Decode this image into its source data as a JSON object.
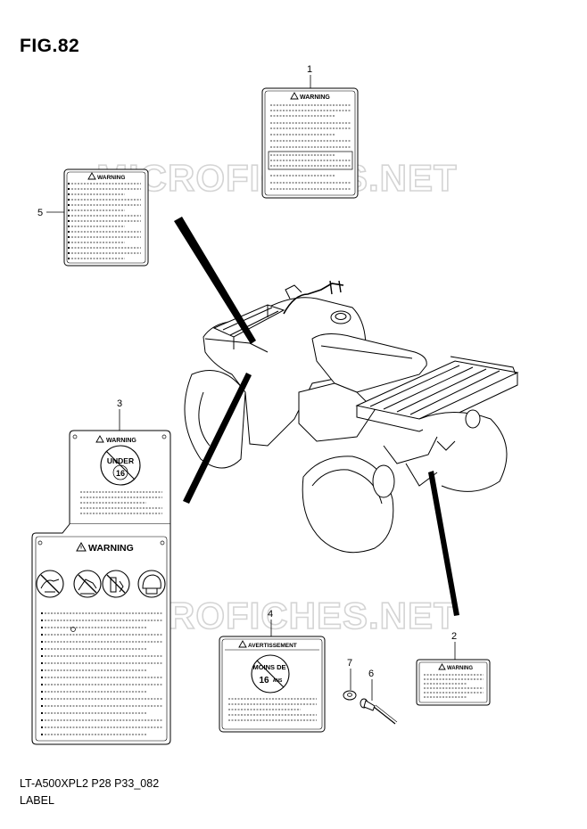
{
  "figure": {
    "title": "FIG.82"
  },
  "footer": {
    "code": "LT-A500XPL2 P28 P33_082",
    "name": "LABEL"
  },
  "watermark": {
    "text": "MICROFICHES.NET"
  },
  "callouts": [
    {
      "number": "1"
    },
    {
      "number": "2"
    },
    {
      "number": "3"
    },
    {
      "number": "4"
    },
    {
      "number": "5"
    },
    {
      "number": "6"
    },
    {
      "number": "7"
    }
  ],
  "labels": {
    "warning": "WARNING",
    "avertissement": "AVERTISSEMENT",
    "under_line1": "UNDER",
    "under_line2": "16",
    "moins_line1": "MOINS DE",
    "moins_line2": "16",
    "moins_suffix": "ANS"
  },
  "colors": {
    "ink": "#000000",
    "watermark": "#d4d4d4",
    "background": "#ffffff"
  },
  "icons": [
    "warning-triangle-icon",
    "no-passenger-icon",
    "no-riding-on-road-icon",
    "no-alcohol-icon",
    "helmet-icon"
  ]
}
